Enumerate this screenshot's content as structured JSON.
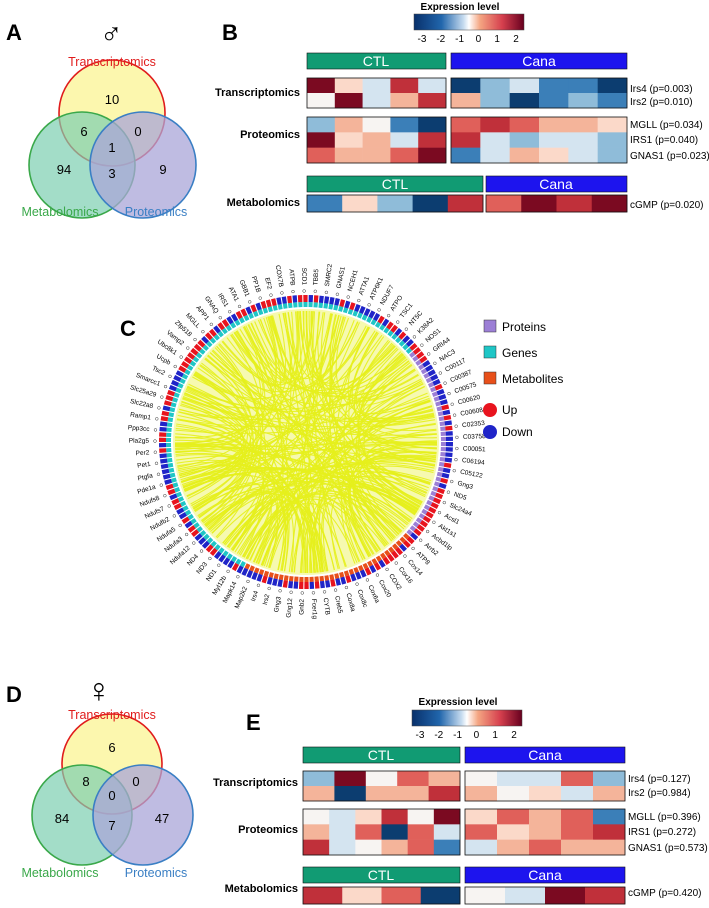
{
  "panelA": {
    "letter": "A",
    "sex_symbol": "♂",
    "venn": {
      "sets": {
        "transcriptomics": "Transcriptomics",
        "metabolomics": "Metabolomics",
        "proteomics": "Proteomics"
      },
      "counts": {
        "t_only": "10",
        "m_only": "94",
        "p_only": "9",
        "tm": "6",
        "tp": "0",
        "mp": "3",
        "all": "1"
      }
    }
  },
  "panelB": {
    "letter": "B",
    "legend_title": "Expression level",
    "legend_ticks": [
      "-3",
      "-2",
      "-1",
      "0",
      "1",
      "2"
    ],
    "group_ctl": "CTL",
    "group_cana": "Cana",
    "row_labels": {
      "transcriptomics": "Transcriptomics",
      "proteomics": "Proteomics",
      "metabolomics": "Metabolomics"
    },
    "genes": {
      "transcriptomics": [
        "Irs4 (p=0.003)",
        "Irs2 (p=0.010)"
      ],
      "proteomics": [
        "MGLL (p=0.034)",
        "IRS1 (p=0.040)",
        "GNAS1 (p=0.023)"
      ],
      "metabolomics": [
        "cGMP (p=0.020)"
      ]
    }
  },
  "panelC": {
    "letter": "C",
    "legend": {
      "proteins": "Proteins",
      "genes": "Genes",
      "metabolites": "Metabolites",
      "up": "Up",
      "down": "Down"
    },
    "colors": {
      "proteins": "#9c7fd6",
      "genes": "#1fc6c6",
      "metabolites": "#e8501a",
      "up": "#e8141e",
      "down": "#1f24c8",
      "links": "#e6ef1c"
    },
    "labels": [
      "GNAS1",
      "NCEH1",
      "ATTA1",
      "ATP6K1",
      "NDUF7",
      "ATPO",
      "TSC1",
      "NT5C",
      "K38A2",
      "NOS1",
      "GRIA4",
      "NAC3",
      "C00117",
      "C00387",
      "C00575",
      "C00620",
      "C00608",
      "C02353",
      "C03758",
      "C00051",
      "C06194",
      "C05122",
      "Gng3",
      "ND5",
      "Slc24a4",
      "Acsl1",
      "Akt1s1",
      "Acbd1lp",
      "Arrb2",
      "ATP8",
      "Cox14",
      "Cox16",
      "COX2",
      "Cox20",
      "Cox6a",
      "Cox8c",
      "Cox8a",
      "Creb5",
      "CYTB",
      "Fcer1g",
      "Gnb2",
      "Gng12",
      "Gng3",
      "Irs2",
      "Irs4",
      "Map2k2",
      "Mapk14",
      "Myl12b",
      "ND1",
      "ND3",
      "ND4",
      "Ndufa12",
      "Ndufa3",
      "Ndufa5",
      "Ndufb2",
      "Ndufs7",
      "Ndufs8",
      "Pde1a",
      "Ptgfa",
      "Pet1",
      "Per2",
      "Pla2g5",
      "Ppp3cc",
      "Ramp1",
      "Slc22a8",
      "Slc25a29",
      "Smarcc1",
      "Tsc2",
      "Ucpb",
      "Ubc8k1",
      "Vamp2",
      "Zfp518",
      "MGLL",
      "APP1",
      "GNAQ",
      "IRS1",
      "ATA1",
      "GBB1",
      "PP1B",
      "EF2",
      "COX7B",
      "ATPB",
      "SCD1",
      "TBB5",
      "SMRC2"
    ]
  },
  "panelD": {
    "letter": "D",
    "sex_symbol": "♀",
    "venn": {
      "sets": {
        "transcriptomics": "Transcriptomics",
        "metabolomics": "Metabolomics",
        "proteomics": "Proteomics"
      },
      "counts": {
        "t_only": "6",
        "m_only": "84",
        "p_only": "47",
        "tm": "8",
        "tp": "0",
        "mp": "7",
        "all": "0"
      }
    }
  },
  "panelE": {
    "letter": "E",
    "legend_title": "Expression level",
    "legend_ticks": [
      "-3",
      "-2",
      "-1",
      "0",
      "1",
      "2"
    ],
    "group_ctl": "CTL",
    "group_cana": "Cana",
    "row_labels": {
      "transcriptomics": "Transcriptomics",
      "proteomics": "Proteomics",
      "metabolomics": "Metabolomics"
    },
    "genes": {
      "transcriptomics": [
        "Irs4 (p=0.127)",
        "Irs2 (p=0.984)"
      ],
      "proteomics": [
        "MGLL (p=0.396)",
        "IRS1 (p=0.272)",
        "GNAS1 (p=0.573)"
      ],
      "metabolomics": [
        "cGMP (p=0.420)"
      ]
    }
  }
}
